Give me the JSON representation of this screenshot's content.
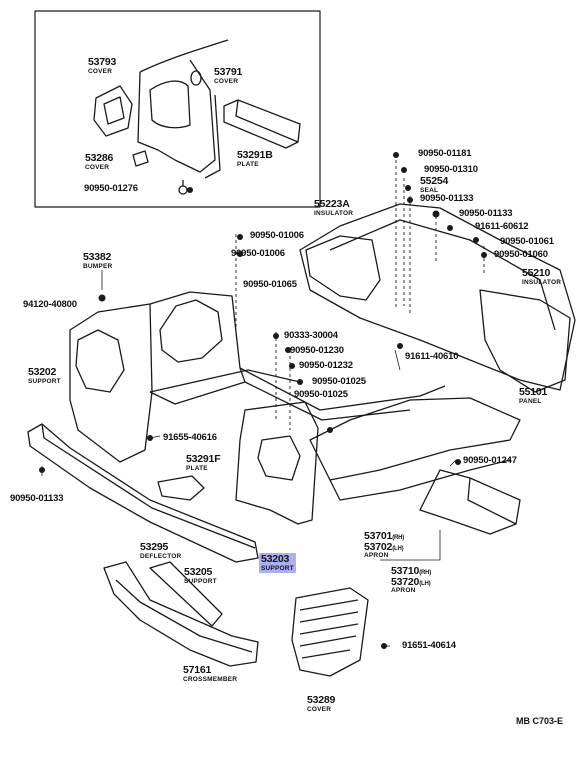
{
  "diagram_code": "MB C703-E",
  "highlighted_part": "53203",
  "inset": {
    "parts": [
      {
        "number": "53793",
        "name": "COVER"
      },
      {
        "number": "53791",
        "name": "COVER"
      },
      {
        "number": "53286",
        "name": "COVER"
      },
      {
        "number": "53291B",
        "name": "PLATE"
      },
      {
        "number": "90950-01276",
        "name": ""
      }
    ]
  },
  "parts": [
    {
      "number": "53382",
      "name": "BUMPER"
    },
    {
      "number": "94120-40800",
      "name": ""
    },
    {
      "number": "53202",
      "name": "SUPPORT"
    },
    {
      "number": "90950-01133",
      "name": ""
    },
    {
      "number": "91655-40616",
      "name": ""
    },
    {
      "number": "53291F",
      "name": "PLATE"
    },
    {
      "number": "53295",
      "name": "DEFLECTOR"
    },
    {
      "number": "53205",
      "name": "SUPPORT"
    },
    {
      "number": "53203",
      "name": "SUPPORT"
    },
    {
      "number": "57161",
      "name": "CROSSMEMBER"
    },
    {
      "number": "53289",
      "name": "COVER"
    },
    {
      "number": "91651-40614",
      "name": ""
    },
    {
      "number": "53710",
      "name": "(RH)"
    },
    {
      "number": "53720",
      "name": "(LH)"
    },
    {
      "number": "APRON",
      "name": ""
    },
    {
      "number": "53701",
      "name": "(RH)"
    },
    {
      "number": "53702",
      "name": "(LH)"
    },
    {
      "number": "APRON",
      "name": ""
    },
    {
      "number": "90950-01247",
      "name": ""
    },
    {
      "number": "55101",
      "name": "PANEL"
    },
    {
      "number": "91611-40610",
      "name": ""
    },
    {
      "number": "90950-01025",
      "name": ""
    },
    {
      "number": "90950-01025",
      "name": ""
    },
    {
      "number": "90950-01232",
      "name": ""
    },
    {
      "number": "90950-01230",
      "name": ""
    },
    {
      "number": "90333-30004",
      "name": ""
    },
    {
      "number": "90950-01065",
      "name": ""
    },
    {
      "number": "90950-01006",
      "name": ""
    },
    {
      "number": "90950-01006",
      "name": ""
    },
    {
      "number": "55223A",
      "name": "INSULATOR"
    },
    {
      "number": "90950-01181",
      "name": ""
    },
    {
      "number": "90950-01310",
      "name": ""
    },
    {
      "number": "55254",
      "name": "SEAL"
    },
    {
      "number": "90950-01133",
      "name": ""
    },
    {
      "number": "90950-01133",
      "name": ""
    },
    {
      "number": "91611-60612",
      "name": ""
    },
    {
      "number": "90950-01061",
      "name": ""
    },
    {
      "number": "90950-01060",
      "name": ""
    },
    {
      "number": "55210",
      "name": "INSULATOR"
    }
  ]
}
